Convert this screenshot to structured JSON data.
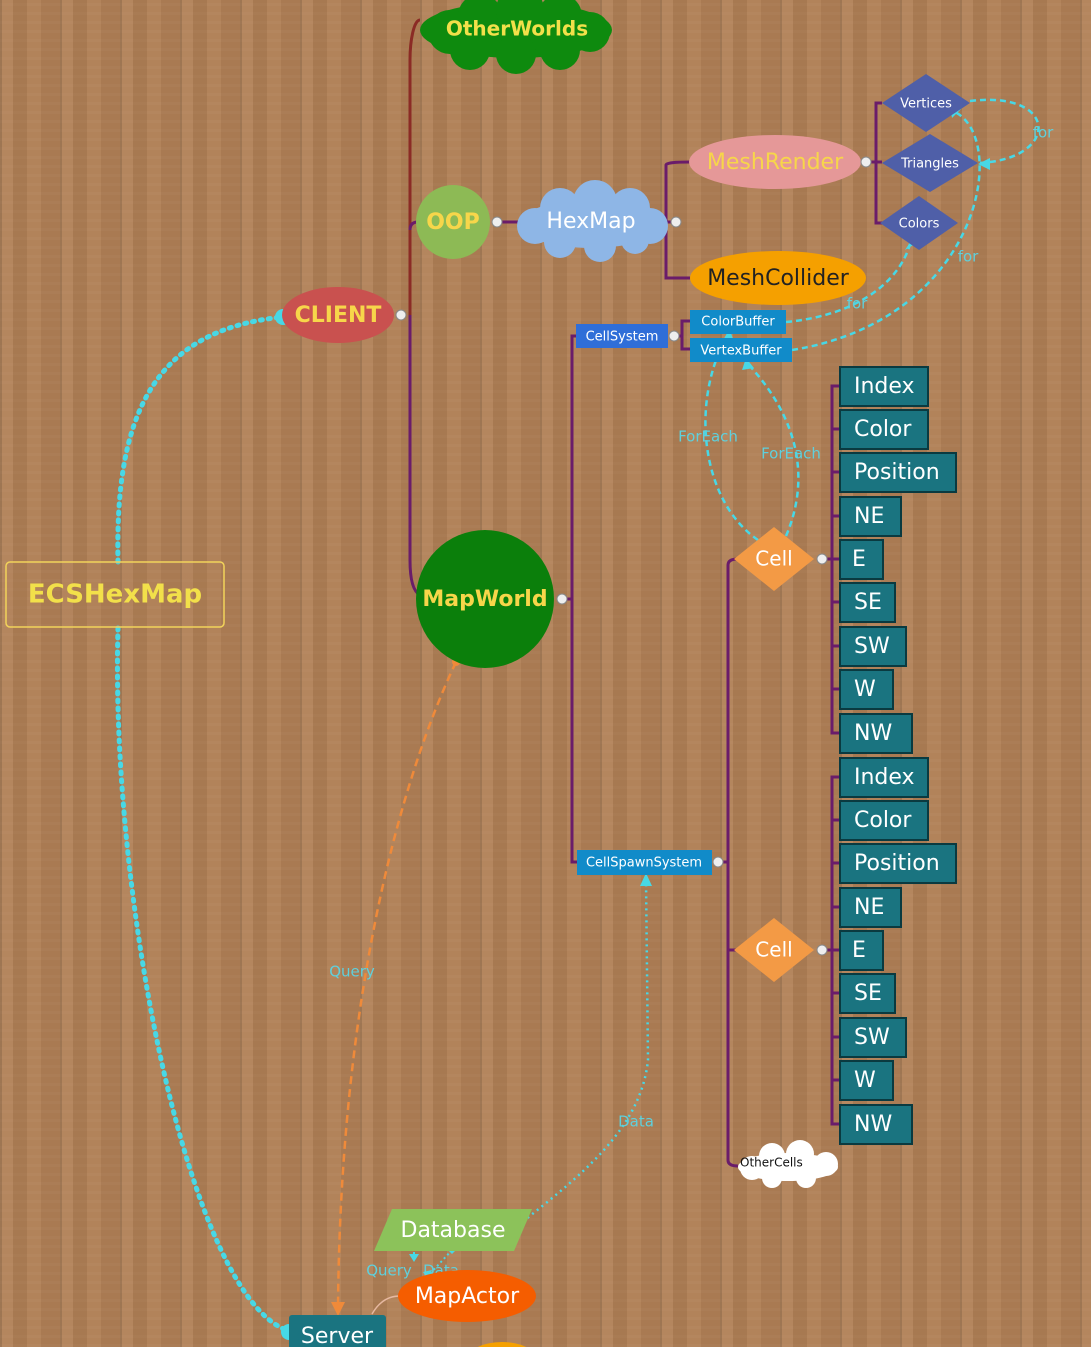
{
  "nodes": {
    "root": "ECSHexMap",
    "client": "CLIENT",
    "otherworlds": "OtherWorlds",
    "oop": "OOP",
    "hexmap": "HexMap",
    "meshrender": "MeshRender",
    "meshcollider": "MeshCollider",
    "vertices": "Vertices",
    "triangles": "Triangles",
    "colors": "Colors",
    "mapworld": "MapWorld",
    "cellsystem": "CellSystem",
    "colorbuffer": "ColorBuffer",
    "vertexbuffer": "VertexBuffer",
    "cellspawnsystem": "CellSpawnSystem",
    "cell": "Cell",
    "othercells": "OtherCells",
    "database": "Database",
    "mapactor": "MapActor",
    "server": "Server"
  },
  "cell_fields": [
    "Index",
    "Color",
    "Position",
    "NE",
    "E",
    "SE",
    "SW",
    "W",
    "NW"
  ],
  "relation_labels": {
    "for": "for",
    "foreach": "ForEach",
    "query": "Query",
    "data": "Data"
  },
  "colors": {
    "client": "#c9514f",
    "otherworlds": "#0e8a0e",
    "oop": "#8dba55",
    "hexmap": "#8eb6e6",
    "meshrender": "#e59898",
    "meshcollider": "#f5a000",
    "diamond": "#4f5fa8",
    "mapworld": "#0b7f0b",
    "system": "#2f6ed8",
    "buffer": "#118bc9",
    "cell": "#f39a45",
    "field": "#1a7480",
    "database": "#8cc25a",
    "mapactor": "#f55d00",
    "server": "#1a7480",
    "connector": "#6a1c6a",
    "relation": "#47d8e6",
    "query_line": "#ef8a3a",
    "root_border": "#f2d35a",
    "yellow_text": "#f2e04a"
  }
}
